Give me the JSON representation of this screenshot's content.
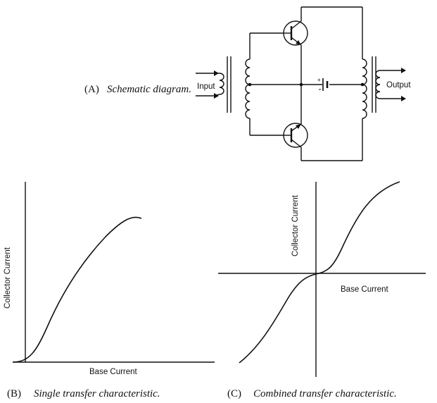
{
  "schematic": {
    "caption_letter": "(A)",
    "caption_text": "Schematic diagram.",
    "input_label": "Input",
    "output_label": "Output"
  },
  "panel_b": {
    "caption_letter": "(B)",
    "caption_text": "Single transfer characteristic.",
    "y_axis_label": "Collector Current",
    "x_axis_label": "Base Current"
  },
  "panel_c": {
    "caption_letter": "(C)",
    "caption_text": "Combined transfer characteristic.",
    "y_axis_label": "Collector Current",
    "x_axis_label": "Base Current"
  }
}
